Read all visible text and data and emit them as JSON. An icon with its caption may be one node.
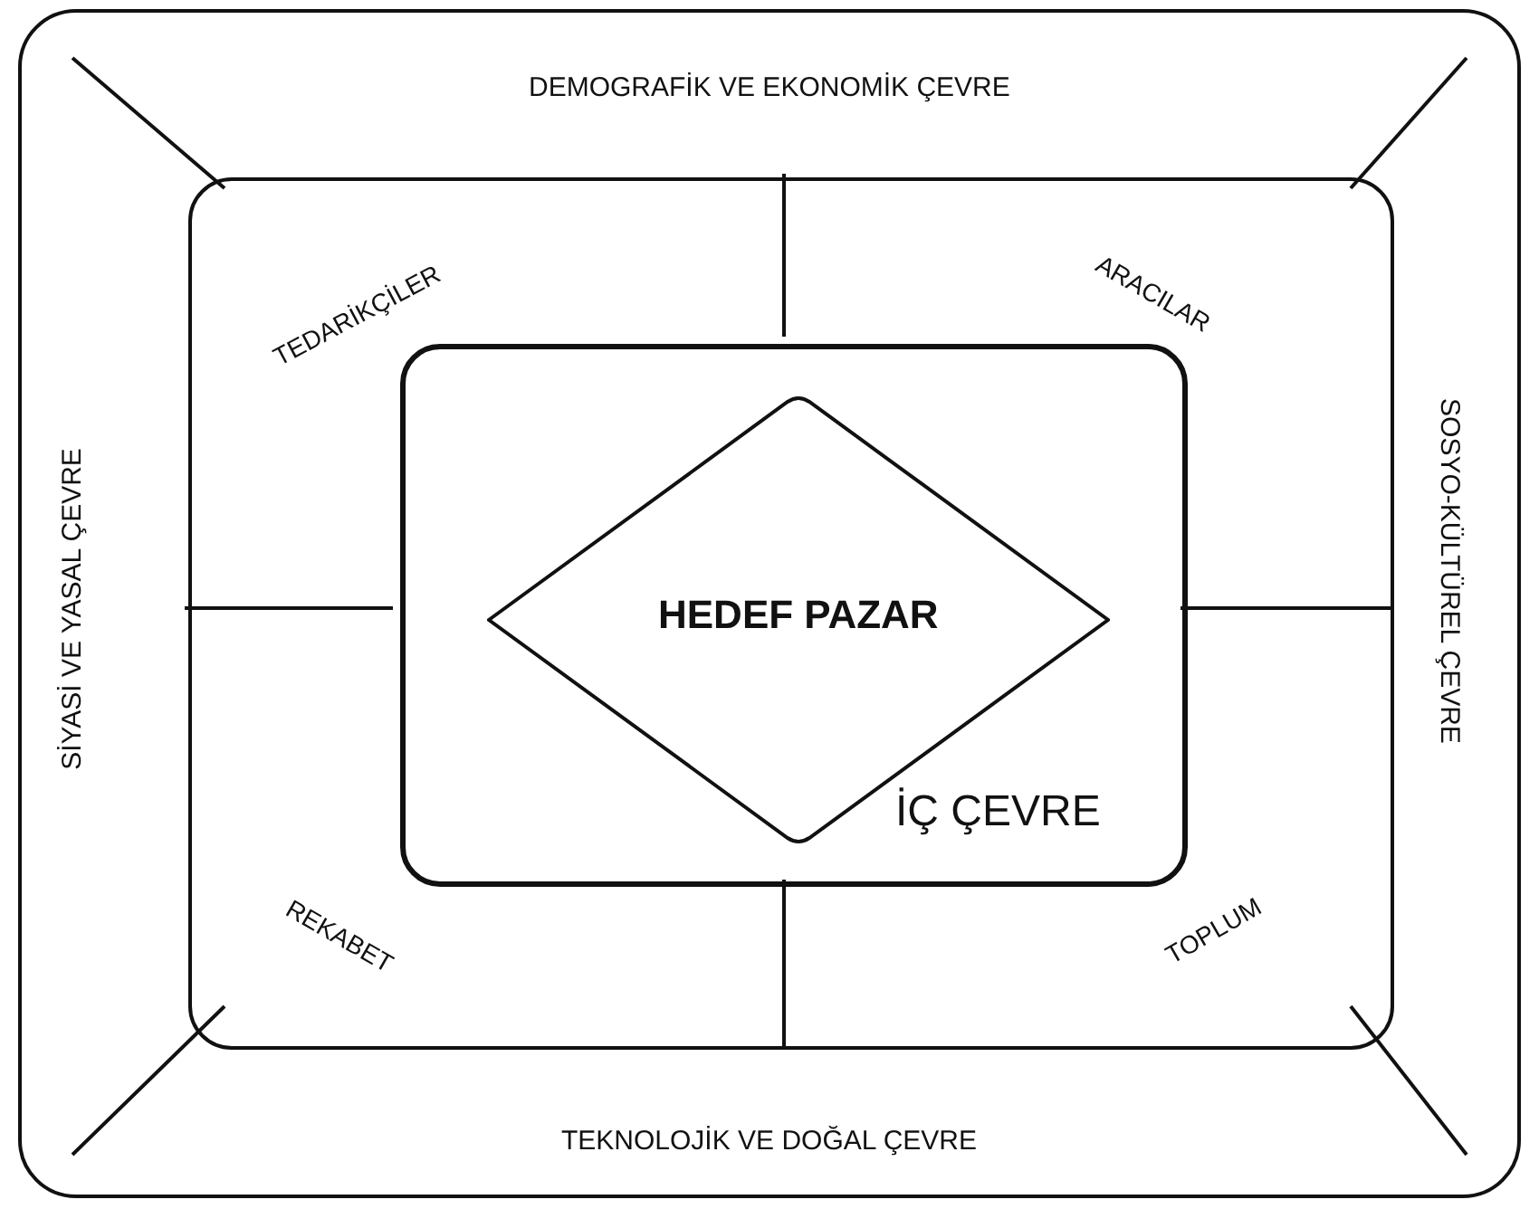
{
  "diagram": {
    "nodes": [
      {
        "text": [
          "DEMOGRAFİK VE EKONOMİK ÇEVRE",
          "SOSYO-KÜLTÜREL ÇEVRE",
          "TEKNOLOJİK VE DOĞAL ÇEVRE",
          "SİYASİ VE YASAL ÇEVRE"
        ]
      },
      {
        "text": [
          "TEDARİKÇİLER",
          "ARACILAR",
          "REKABET",
          "TOPLUM"
        ],
        "in": 0
      },
      {
        "text": [
          "İÇ ÇEVRE"
        ],
        "in": 1
      },
      {
        "text": [
          "HEDEF PAZAR"
        ],
        "in": 2
      }
    ]
  }
}
